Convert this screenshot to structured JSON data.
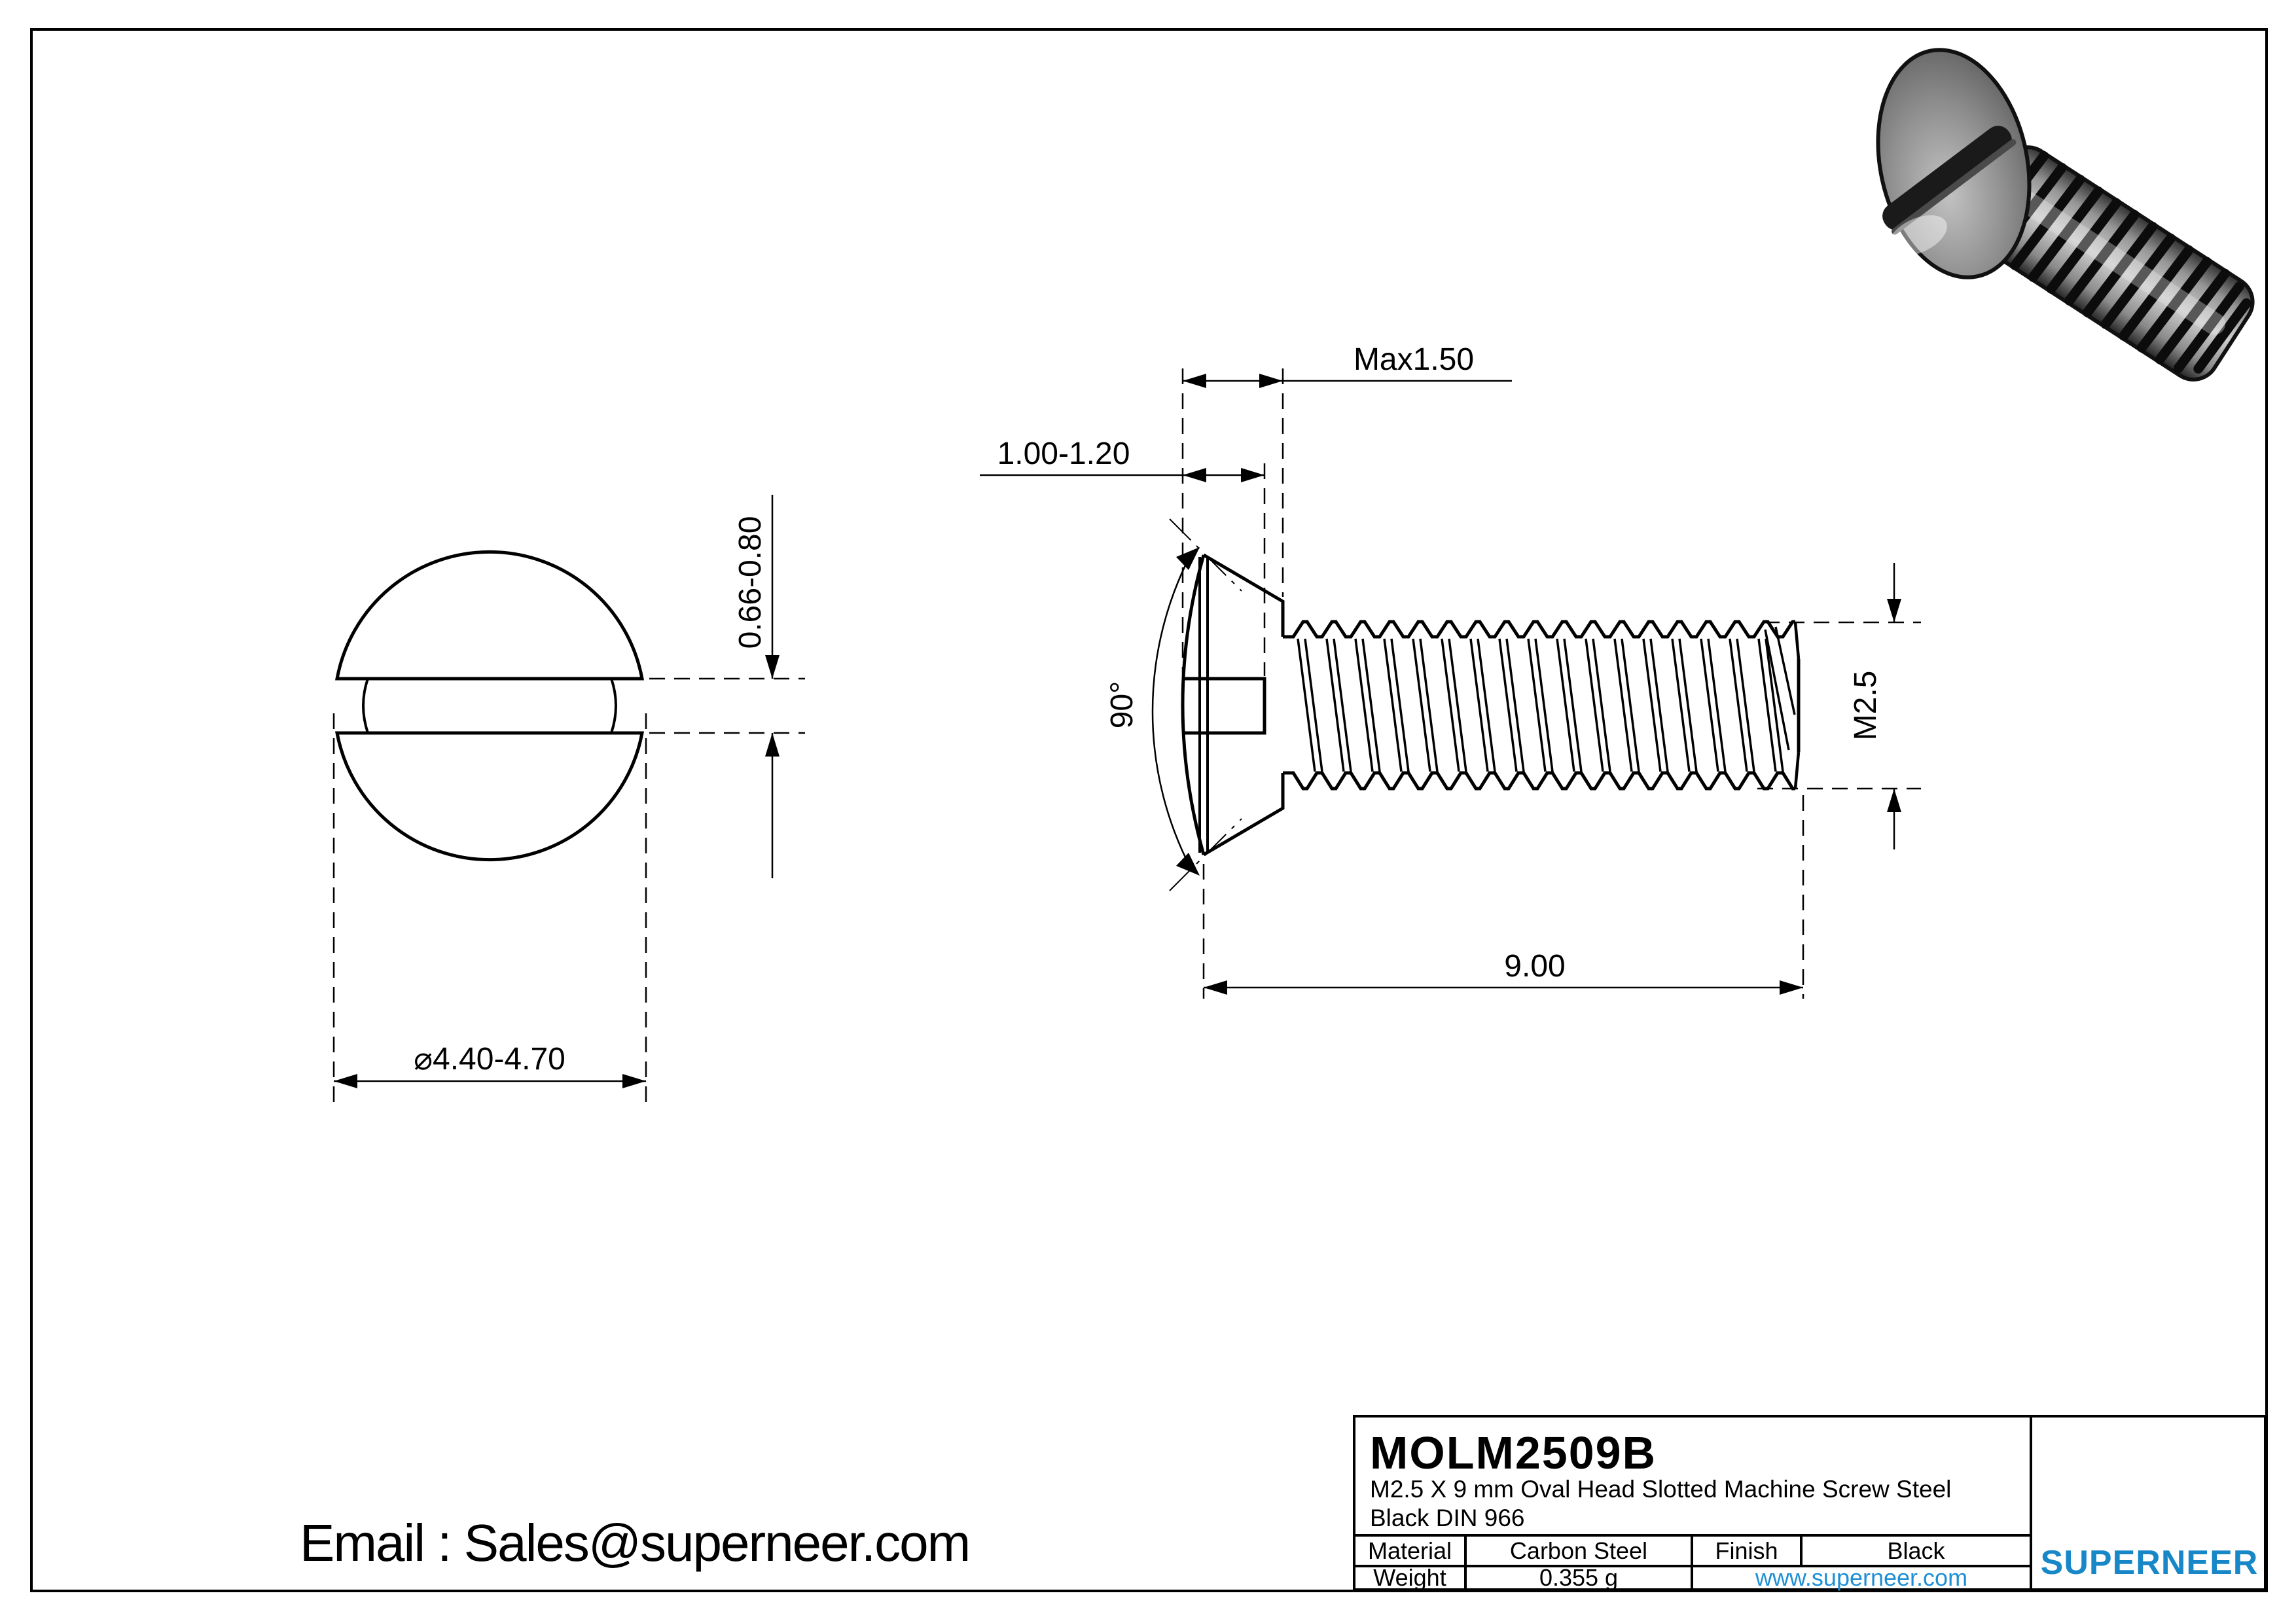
{
  "drawing": {
    "dims": {
      "head_height": "Max1.50",
      "slot_depth": "1.00-1.20",
      "head_angle": "90°",
      "thread": "M2.5",
      "length": "9.00",
      "head_diameter": "⌀4.40-4.70",
      "slot_width": "0.66-0.80"
    }
  },
  "title_block": {
    "part_number": "MOLM2509B",
    "description_line1": "M2.5 X 9 mm  Oval Head Slotted Machine Screw Steel",
    "description_line2": "Black DIN 966",
    "material_label": "Material",
    "material_value": "Carbon Steel",
    "finish_label": "Finish",
    "finish_value": "Black",
    "weight_label": "Weight",
    "weight_value": "0.355 g",
    "website": "www.superneer.com",
    "brand": "SUPERNEER"
  },
  "footer": {
    "email": "Email : Sales@superneer.com"
  },
  "colors": {
    "accent_blue": "#1787c8",
    "link_blue": "#1e8fd5",
    "line": "#000000"
  }
}
